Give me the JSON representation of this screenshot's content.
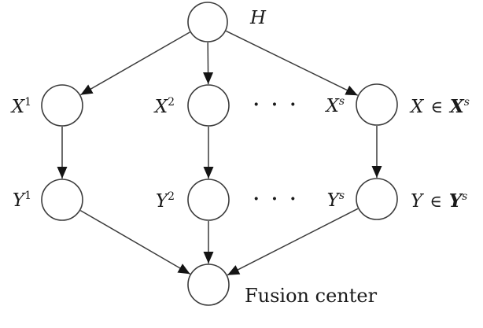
{
  "diagram": {
    "description": "distributed-detection-graphical-model",
    "nodes": {
      "h": {
        "label": "H"
      },
      "x1": {
        "base": "X",
        "sup": "1"
      },
      "x2": {
        "base": "X",
        "sup": "2"
      },
      "xs": {
        "base": "X",
        "sup": "s"
      },
      "y1": {
        "base": "Y",
        "sup": "1"
      },
      "y2": {
        "base": "Y",
        "sup": "2"
      },
      "ys": {
        "base": "Y",
        "sup": "s"
      },
      "fusion": {
        "label": "Fusion center"
      }
    },
    "ellipsis": {
      "x_row": "· · ·",
      "y_row": "· · ·"
    },
    "side_labels": {
      "x": {
        "var": "X",
        "element_of": "∈",
        "set": "X",
        "sup": "s"
      },
      "y": {
        "var": "Y",
        "element_of": "∈",
        "set": "Y",
        "sup": "s"
      }
    },
    "edges": [
      {
        "from": "h",
        "to": "x1"
      },
      {
        "from": "h",
        "to": "x2"
      },
      {
        "from": "h",
        "to": "xs"
      },
      {
        "from": "x1",
        "to": "y1"
      },
      {
        "from": "x2",
        "to": "y2"
      },
      {
        "from": "xs",
        "to": "ys"
      },
      {
        "from": "y1",
        "to": "fusion"
      },
      {
        "from": "y2",
        "to": "fusion"
      },
      {
        "from": "ys",
        "to": "fusion"
      }
    ],
    "colors": {
      "stroke": "#3b3b3b",
      "arrowhead": "#141414",
      "text": "#1a1a1a",
      "background": "#ffffff"
    }
  }
}
